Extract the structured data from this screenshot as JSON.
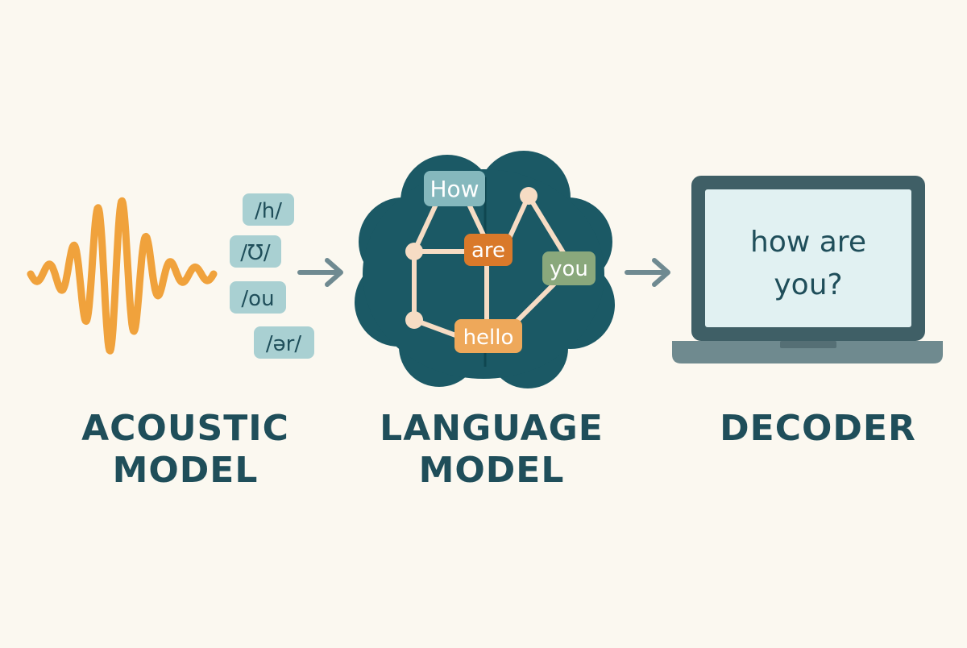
{
  "colors": {
    "background": "#fbf8f0",
    "waveform": "#f0a23c",
    "phoneme_chip": "#a9d0d2",
    "phoneme_text": "#1f4e5a",
    "arrow": "#6f8a91",
    "brain": "#1b5965",
    "node": "#f6dcc4",
    "edge": "#f6dcc4",
    "word_how": "#85b8bd",
    "word_are": "#d9792a",
    "word_you": "#8aa87c",
    "word_hello": "#eea85a",
    "laptop_frame": "#3f5f66",
    "laptop_screen": "#e1f1f2",
    "laptop_base": "#6f8a8f",
    "label_text": "#1f4e5a"
  },
  "phonemes": [
    "/h/",
    "/Ʊ/",
    "/ou",
    "/ər/"
  ],
  "words": {
    "how": "How",
    "are": "are",
    "you": "you",
    "hello": "hello"
  },
  "decoder_output": {
    "line1": "how are",
    "line2": "you?"
  },
  "labels": {
    "acoustic": [
      "ACOUSTIC",
      "MODEL"
    ],
    "language": [
      "LANGUAGE",
      "MODEL"
    ],
    "decoder": [
      "DECODER"
    ]
  },
  "icons": {
    "waveform": "waveform-icon",
    "arrow": "arrow-right-icon",
    "brain": "brain-icon",
    "laptop": "laptop-icon"
  }
}
